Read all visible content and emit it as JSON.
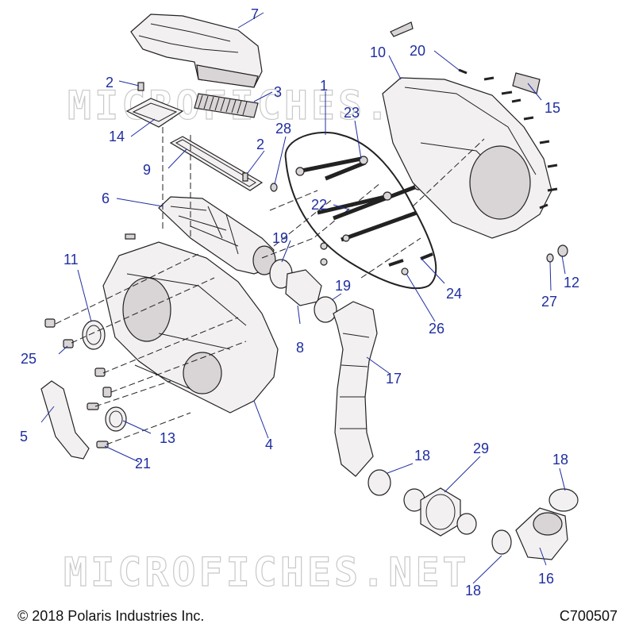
{
  "watermark": "MICROFICHES.NET",
  "copyright": "© 2018 Polaris Industries Inc.",
  "diagram_code": "C700507",
  "callouts": {
    "c1": "1",
    "c2a": "2",
    "c2b": "2",
    "c3": "3",
    "c4": "4",
    "c5": "5",
    "c6": "6",
    "c7": "7",
    "c8": "8",
    "c9": "9",
    "c10": "10",
    "c11": "11",
    "c12": "12",
    "c13": "13",
    "c14": "14",
    "c15": "15",
    "c16": "16",
    "c17": "17",
    "c18a": "18",
    "c18b": "18",
    "c18c": "18",
    "c19a": "19",
    "c19b": "19",
    "c20": "20",
    "c21": "21",
    "c22": "22",
    "c23": "23",
    "c24": "24",
    "c25": "25",
    "c26": "26",
    "c27": "27",
    "c28": "28",
    "c29": "29"
  },
  "colors": {
    "callout": "#1f2ea0",
    "outline": "#222222",
    "part_fill": "#f3f0f1",
    "watermark": "#c9c9c9"
  }
}
